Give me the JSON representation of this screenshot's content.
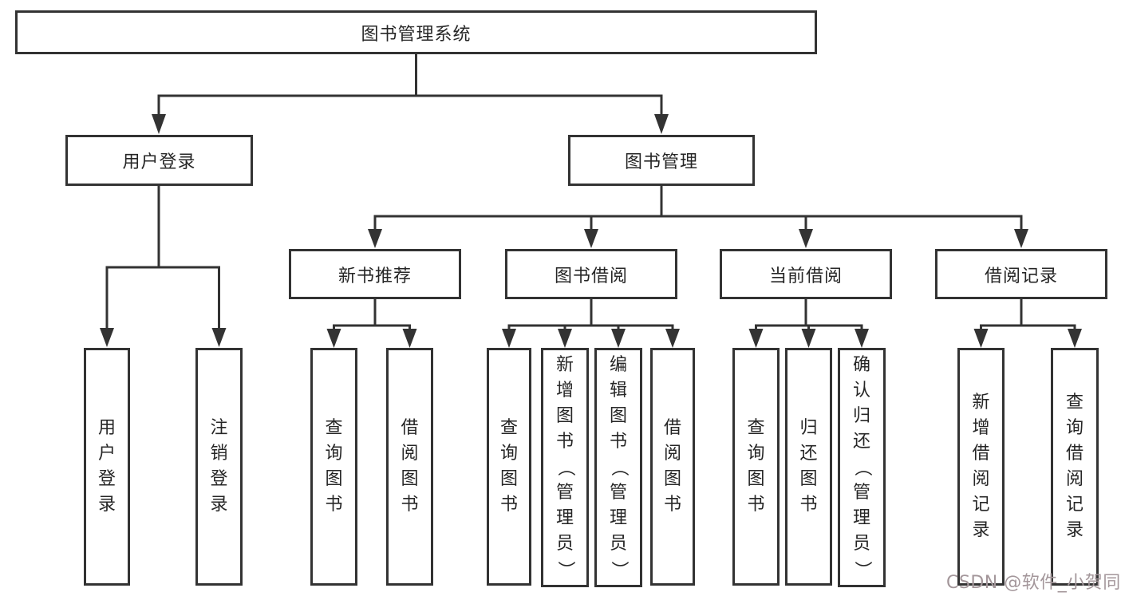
{
  "colors": {
    "line": "#333333",
    "border": "#333333",
    "text": "#262626",
    "background": "#ffffff",
    "watermark_text": "#a3969a"
  },
  "watermark": {
    "text": "CSDN @软件_小贺同学"
  },
  "diagram": {
    "root": {
      "label": "图书管理系统"
    },
    "branches": [
      {
        "label": "用户登录",
        "leaves": [
          {
            "label": "用户登录"
          },
          {
            "label": "注销登录"
          }
        ]
      },
      {
        "label": "图书管理",
        "groups": [
          {
            "label": "新书推荐",
            "leaves": [
              {
                "label": "查询图书"
              },
              {
                "label": "借阅图书"
              }
            ]
          },
          {
            "label": "图书借阅",
            "leaves": [
              {
                "label": "查询图书"
              },
              {
                "label": "新增图书（管理员）"
              },
              {
                "label": "编辑图书（管理员）"
              },
              {
                "label": "借阅图书"
              }
            ]
          },
          {
            "label": "当前借阅",
            "leaves": [
              {
                "label": "查询图书"
              },
              {
                "label": "归还图书"
              },
              {
                "label": "确认归还（管理员）"
              }
            ]
          },
          {
            "label": "借阅记录",
            "leaves": [
              {
                "label": "新增借阅记录"
              },
              {
                "label": "查询借阅记录"
              }
            ]
          }
        ]
      }
    ]
  }
}
